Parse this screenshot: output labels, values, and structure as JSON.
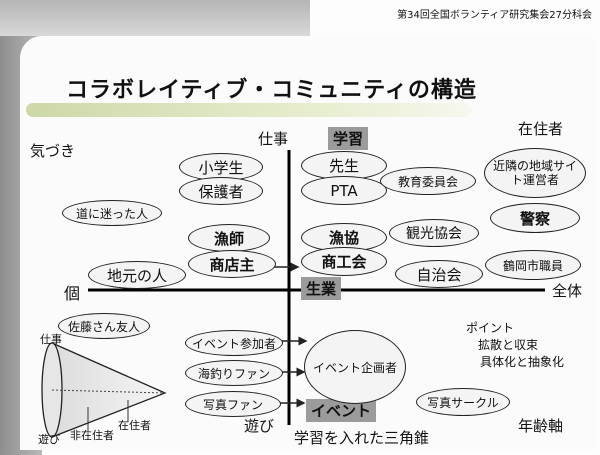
{
  "header_note": "第34回全国ボランティア研究集会27分科会",
  "title": "コラボレイティブ・コミュニティの構造",
  "axes": {
    "top": "仕事",
    "bottom": "遊び",
    "left": "個",
    "right": "全体",
    "top_right": "在住者",
    "top_left": "気づき",
    "bottom_right": "年齢軸"
  },
  "boxes": {
    "study": "学習",
    "production": "生業",
    "event": "イベント"
  },
  "ovals": {
    "elementary": "小学生",
    "guardian": "保護者",
    "lost": "道に迷った人",
    "fisherman": "漁師",
    "shopkeeper": "商店主",
    "local": "地元の人",
    "teacher": "先生",
    "pta": "PTA",
    "board": "教育委員会",
    "neighbor_staff": "近隣の地域サイト運営者",
    "police": "警察",
    "fishery": "漁協",
    "tourism": "観光協会",
    "commerce": "商工会",
    "residents_assoc": "自治会",
    "city_staff": "鶴岡市職員",
    "sato": "佐藤さん友人",
    "event_participant": "イベント参加者",
    "fishing_fan": "海釣りファン",
    "photo_fan": "写真ファン",
    "event_planner": "イベント企画者",
    "photo_circle": "写真サークル"
  },
  "point_note": {
    "heading": "ポイント",
    "line1": "拡散と収束",
    "line2": "具体化と抽象化"
  },
  "cone": {
    "work": "仕事",
    "play": "遊び",
    "non_resident": "非在住者",
    "resident": "在住者"
  },
  "caption": "学習を入れた三角錐"
}
